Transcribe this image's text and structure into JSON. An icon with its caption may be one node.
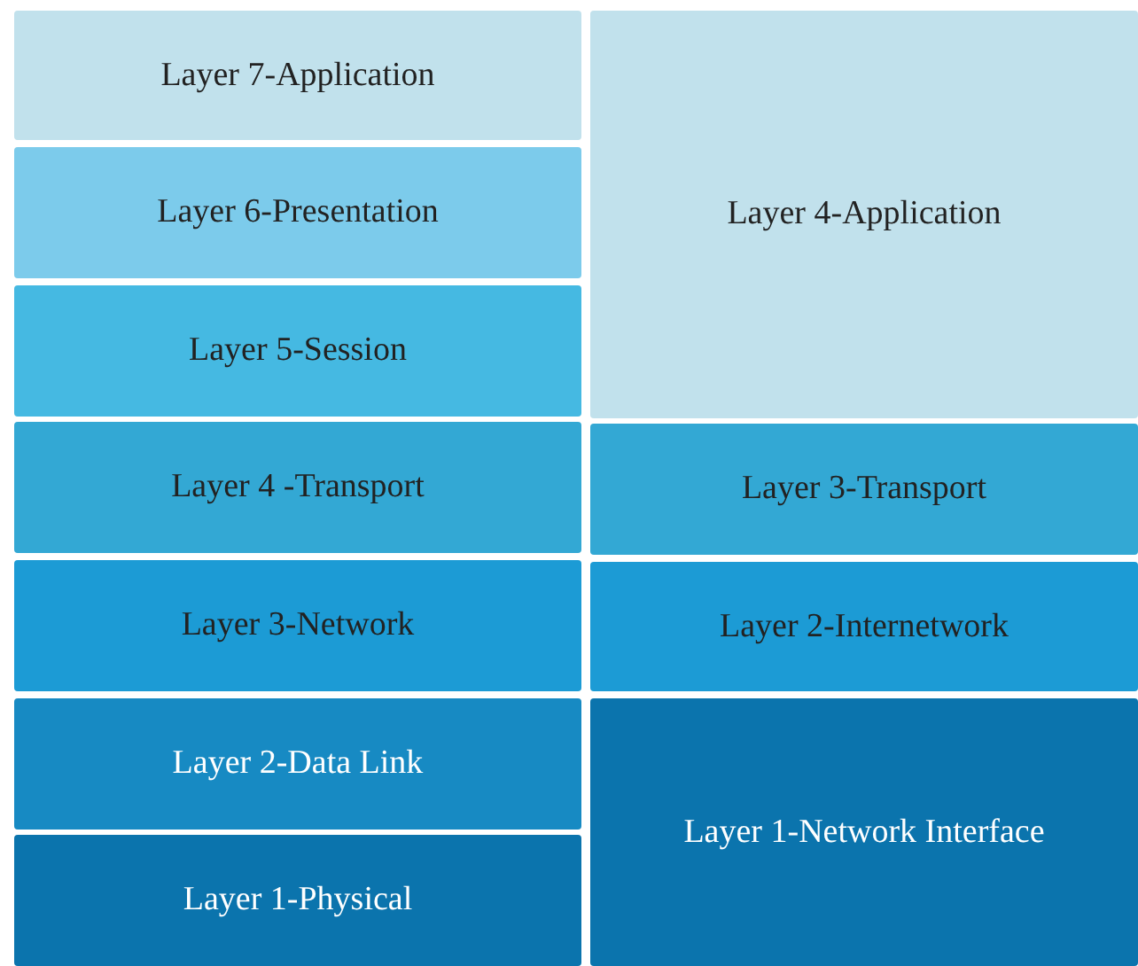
{
  "diagram": {
    "nodes": [
      {
        "text": [
          "Layer 7-Application"
        ]
      },
      {
        "text": [
          "Layer 6-Presentation"
        ]
      },
      {
        "text": [
          "Layer 5-Session"
        ]
      },
      {
        "text": [
          "Layer 4 -Transport"
        ]
      },
      {
        "text": [
          "Layer 3-Network"
        ]
      },
      {
        "text": [
          "Layer 2-Data Link"
        ]
      },
      {
        "text": [
          "Layer 1-Physical"
        ]
      },
      {
        "text": [
          "Layer 4-Application"
        ]
      },
      {
        "text": [
          "Layer 3-Transport"
        ]
      },
      {
        "text": [
          "Layer 2-Internetwork"
        ]
      },
      {
        "text": [
          "Layer 1-Network Interface"
        ]
      }
    ]
  }
}
